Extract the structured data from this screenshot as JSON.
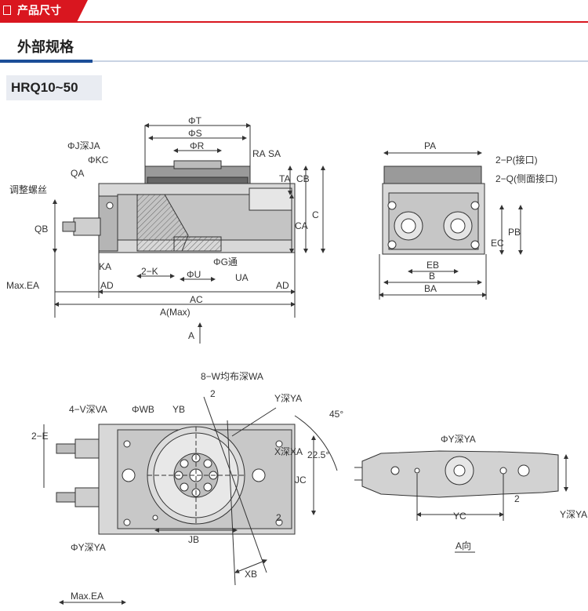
{
  "header": {
    "tab_label": "产品尺寸",
    "tab_icon": "document-icon",
    "accent": "#d9161f"
  },
  "section": {
    "title": "外部规格",
    "bar_color": "#1b4e97"
  },
  "model": {
    "label": "HRQ10~50"
  },
  "labels": {
    "front": {
      "phi_t": "ΦT",
      "phi_s": "ΦS",
      "phi_r": "ΦR",
      "phi_j": "ΦJ深JA",
      "phi_kc": "ΦKC",
      "qa": "QA",
      "adjust_screw": "调整螺丝",
      "qb": "QB",
      "ra": "RA",
      "sa": "SA",
      "ta": "TA",
      "cb": "CB",
      "ca": "CA",
      "c": "C",
      "ka": "KA",
      "two_k": "2−K",
      "phi_u": "ΦU",
      "phi_g": "ΦG通",
      "ua": "UA",
      "max_ea": "Max.EA",
      "ad_left": "AD",
      "ad_right": "AD",
      "ac": "AC",
      "a_max": "A(Max)",
      "arrow_a": "A"
    },
    "side": {
      "pa": "PA",
      "two_p": "2−P(接口)",
      "two_q": "2−Q(侧面接口)",
      "pb": "PB",
      "ec": "EC",
      "eb": "EB",
      "b": "B",
      "ba": "BA"
    },
    "top": {
      "eight_w": "8−W均布深WA",
      "four_v": "4−V深VA",
      "phi_wb": "ΦWB",
      "yb": "YB",
      "two_a": "2",
      "y_ya_top": "Y深YA",
      "deg45": "45°",
      "two_e": "2−E",
      "deg225": "22.5°",
      "jc": "JC",
      "x_xa": "X深XA",
      "two_b": "2",
      "jb": "JB",
      "phi_y_bottom": "ΦY深YA",
      "xb": "XB",
      "max_ea2": "Max.EA"
    },
    "view_a": {
      "phi_y": "ΦY深YA",
      "two": "2",
      "yc": "YC",
      "y_ya": "Y深YA",
      "caption": "A向"
    }
  }
}
